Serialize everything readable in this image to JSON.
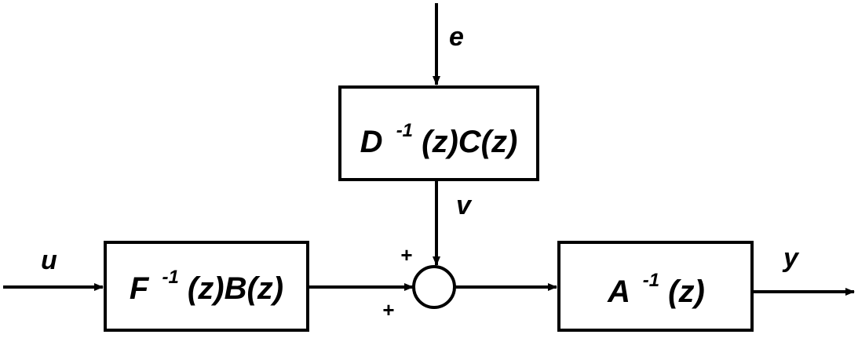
{
  "diagram": {
    "blocks": {
      "noise_filter": {
        "base": "D",
        "exp": "-1",
        "rest": "(z)C(z)"
      },
      "input_filter": {
        "base": "F",
        "exp": "-1",
        "rest": "(z)B(z)"
      },
      "output_filter": {
        "base": "A",
        "exp": "-1",
        "rest": "(z)"
      }
    },
    "signals": {
      "input": "u",
      "noise": "e",
      "disturbance": "v",
      "output": "y"
    },
    "summing_junction": {
      "sign_top": "+",
      "sign_left": "+"
    }
  }
}
